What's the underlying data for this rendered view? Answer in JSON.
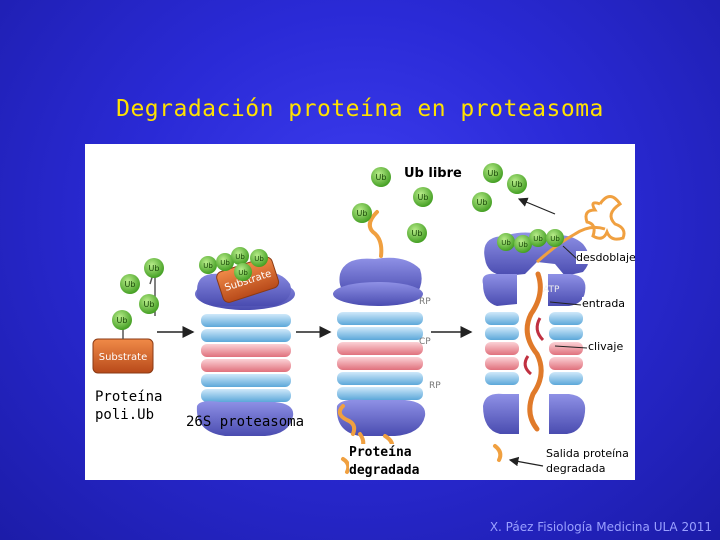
{
  "title": "Degradación proteína en proteasoma",
  "labels": {
    "ub_libre": "Ub libre",
    "desdoblaje": "desdoblaje",
    "entrada": "entrada",
    "clivaje": "clivaje",
    "proteina_poliub_line1": "Proteína",
    "proteina_poliub_line2": "poli.Ub",
    "proteasoma_26s": "26S proteasoma",
    "proteina_degradada_line1": "Proteína",
    "proteina_degradada_line2": "degradada",
    "salida_line1": "Salida proteína",
    "salida_line2": "degradada"
  },
  "diagram_text": {
    "ub": "Ub",
    "substrate": "Substrate",
    "rp": "RP",
    "cp": "CP",
    "atp": "ATP"
  },
  "colors": {
    "background": "#2a2ad6",
    "title": "#ffe100",
    "ubiquitin": "#5fb82e",
    "substrate": "#d9662a",
    "regulatory_particle": "#6668c8",
    "core_blue": "#8fc7ea",
    "core_pink": "#f2a3ab",
    "peptide": "#f0a040"
  },
  "footer": "X. Páez Fisiología Medicina ULA 2011"
}
